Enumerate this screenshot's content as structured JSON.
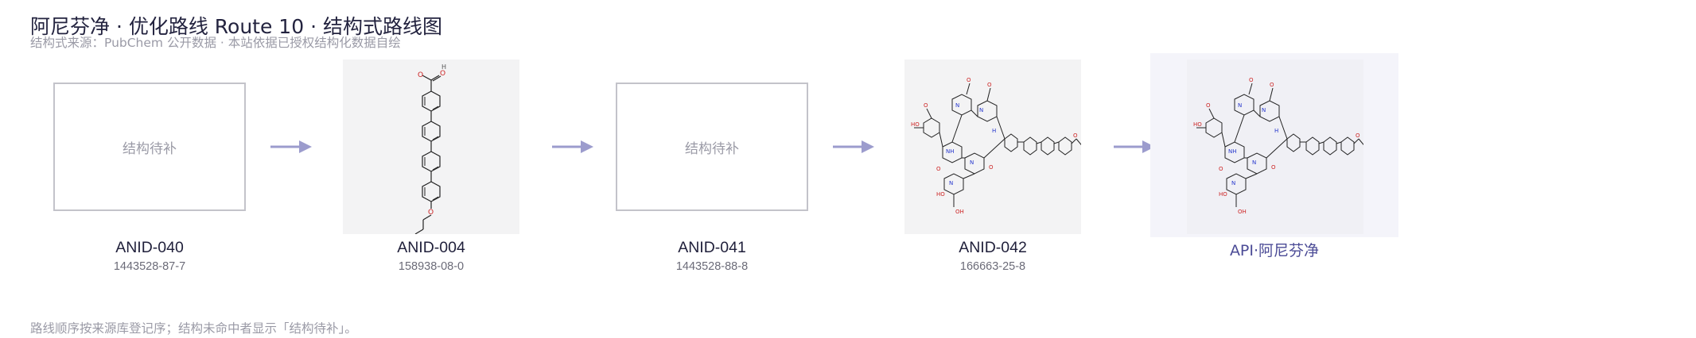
{
  "header": {
    "title": "阿尼芬净 · 优化路线 Route 10 · 结构式路线图",
    "subtitle": "结构式来源：PubChem 公开数据 · 本站依据已授权结构化数据自绘"
  },
  "steps": [
    {
      "name": "ANID-040",
      "cas": "1443528-87-7",
      "placeholder": "结构待补"
    },
    {
      "name": "ANID-004",
      "cas": "158938-08-0"
    },
    {
      "name": "ANID-041",
      "cas": "1443528-88-8",
      "placeholder": "结构待补"
    },
    {
      "name": "ANID-042",
      "cas": "166663-25-8"
    },
    {
      "name": "API·阿尼芬净"
    }
  ],
  "footer": "路线顺序按来源库登记序；结构未命中者显示「结构待补」。",
  "colors": {
    "arrow": "#9c9ccd",
    "api_label": "#4b4b96",
    "oxygen": "#cc2222",
    "nitrogen": "#2233cc"
  }
}
